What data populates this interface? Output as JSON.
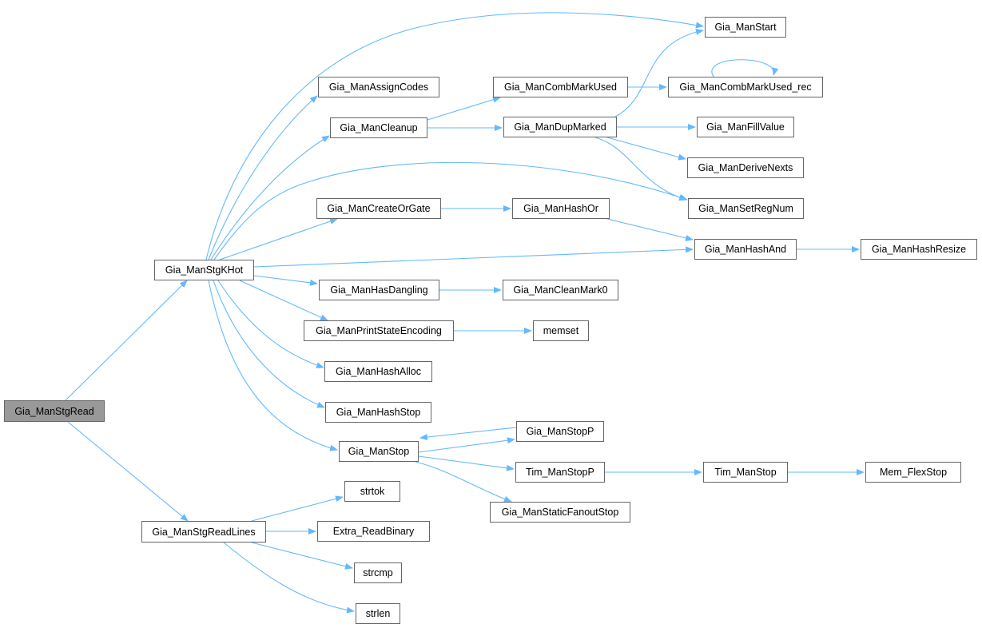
{
  "title": "Gia_ManStgRead call graph",
  "colors": {
    "edge": "#63b8ff",
    "root_fill": "#999999",
    "node_border": "#666666"
  },
  "nodes": {
    "stgread": "Gia_ManStgRead",
    "stgreadlines": "Gia_ManStgReadLines",
    "stgkhot": "Gia_ManStgKHot",
    "start": "Gia_ManStart",
    "assigncodes": "Gia_ManAssignCodes",
    "combmarkused": "Gia_ManCombMarkUsed",
    "combmarkused_rec": "Gia_ManCombMarkUsed_rec",
    "cleanup": "Gia_ManCleanup",
    "dupmarked": "Gia_ManDupMarked",
    "fillvalue": "Gia_ManFillValue",
    "derivenexts": "Gia_ManDeriveNexts",
    "setregnum": "Gia_ManSetRegNum",
    "createorgate": "Gia_ManCreateOrGate",
    "hashor": "Gia_ManHashOr",
    "hashand": "Gia_ManHashAnd",
    "hashresize": "Gia_ManHashResize",
    "hasdangling": "Gia_ManHasDangling",
    "cleanmark0": "Gia_ManCleanMark0",
    "printstateencoding": "Gia_ManPrintStateEncoding",
    "memset": "memset",
    "hashalloc": "Gia_ManHashAlloc",
    "hashstop": "Gia_ManHashStop",
    "stop": "Gia_ManStop",
    "stopp": "Gia_ManStopP",
    "timstopp": "Tim_ManStopP",
    "timstop": "Tim_ManStop",
    "memflexstop": "Mem_FlexStop",
    "staticfanoutstop": "Gia_ManStaticFanoutStop",
    "strtok": "strtok",
    "extrareadbinary": "Extra_ReadBinary",
    "strcmp": "strcmp",
    "strlen": "strlen"
  }
}
